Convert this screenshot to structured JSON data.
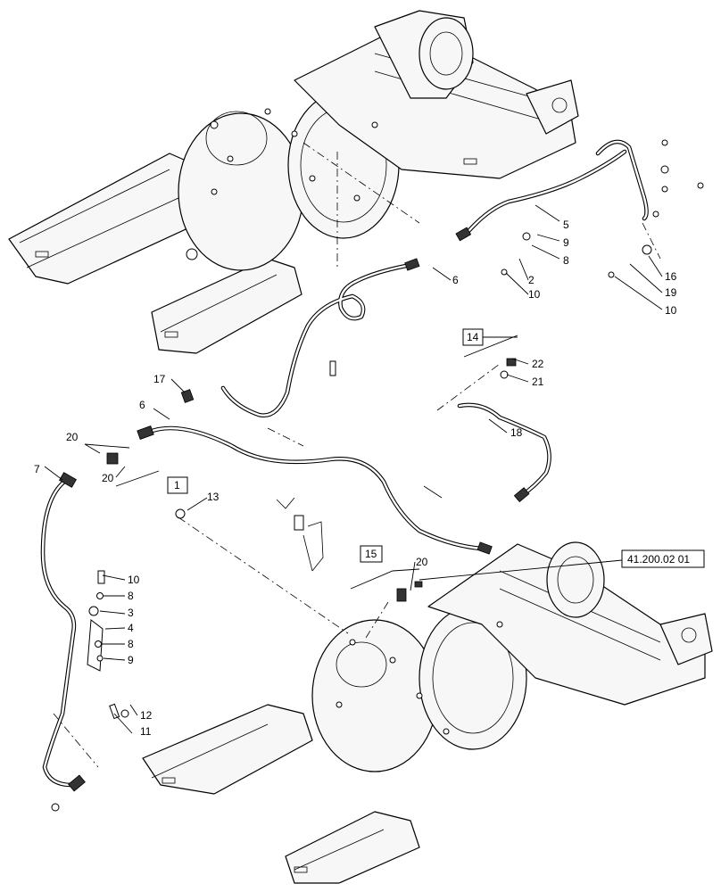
{
  "callouts": {
    "c5": "5",
    "c9a": "9",
    "c8a": "8",
    "c6a": "6",
    "c2": "2",
    "c10a": "10",
    "c16": "16",
    "c19": "19",
    "c10b": "10",
    "c14": "14",
    "c22": "22",
    "c21": "21",
    "c17": "17",
    "c6b": "6",
    "c18": "18",
    "c20a": "20",
    "c7": "7",
    "c20b": "20",
    "c1": "1",
    "c13": "13",
    "c15": "15",
    "c20c": "20",
    "ref": "41.200.02 01",
    "c10c": "10",
    "c8b": "8",
    "c3": "3",
    "c4": "4",
    "c8c": "8",
    "c9b": "9",
    "c12": "12",
    "c11": "11"
  }
}
